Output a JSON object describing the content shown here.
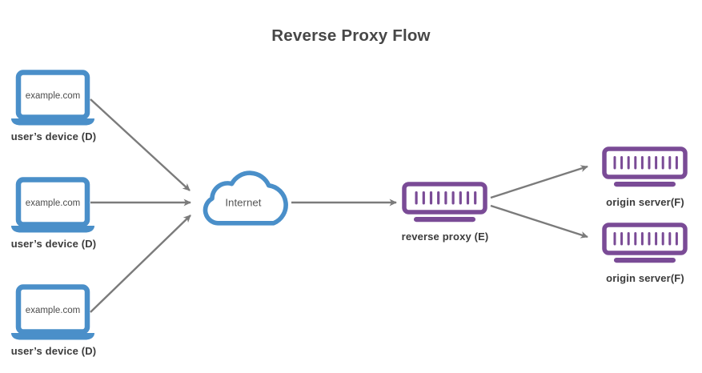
{
  "title": "Reverse Proxy Flow",
  "colors": {
    "blue": "#4a8fc9",
    "purple": "#7a4b96",
    "arrow": "#7b7b7b",
    "label-text": "#3b3b3b",
    "title-text": "#474747",
    "screen-text": "#4c4c4c",
    "internet-text": "#565656"
  },
  "devices": [
    {
      "icon": "laptop-icon",
      "screen_label": "example.com",
      "label": "user’s device (D)"
    },
    {
      "icon": "laptop-icon",
      "screen_label": "example.com",
      "label": "user’s device (D)"
    },
    {
      "icon": "laptop-icon",
      "screen_label": "example.com",
      "label": "user’s device (D)"
    }
  ],
  "internet": {
    "icon": "cloud-icon",
    "label": "Internet"
  },
  "proxy": {
    "icon": "server-icon",
    "label": "reverse proxy (E)"
  },
  "origin_servers": [
    {
      "icon": "server-icon",
      "label": "origin server(F)"
    },
    {
      "icon": "server-icon",
      "label": "origin server(F)"
    }
  ]
}
